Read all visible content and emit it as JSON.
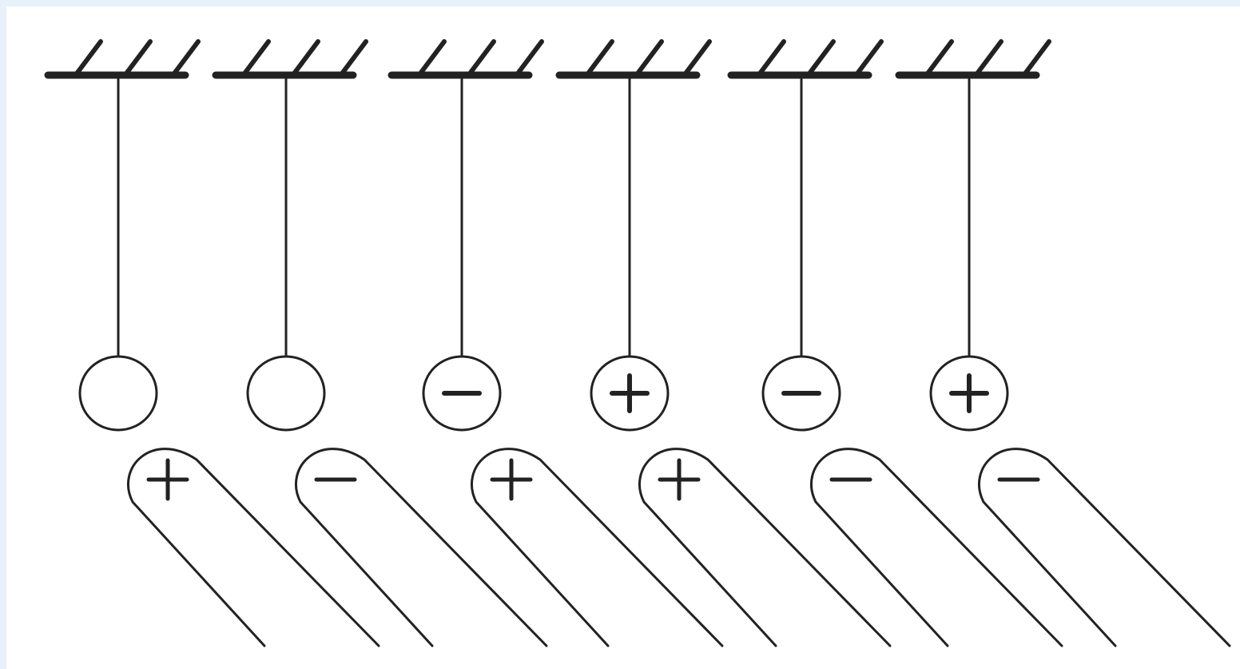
{
  "figure": {
    "colors": {
      "line": "#222222",
      "background": "#ffffff",
      "border": "#e6f1fa"
    },
    "pendulums": [
      {
        "ball_charge": "none",
        "rod_charge": "positive"
      },
      {
        "ball_charge": "none",
        "rod_charge": "negative"
      },
      {
        "ball_charge": "negative",
        "rod_charge": "positive"
      },
      {
        "ball_charge": "positive",
        "rod_charge": "positive"
      },
      {
        "ball_charge": "negative",
        "rod_charge": "negative"
      },
      {
        "ball_charge": "positive",
        "rod_charge": "negative"
      }
    ]
  }
}
